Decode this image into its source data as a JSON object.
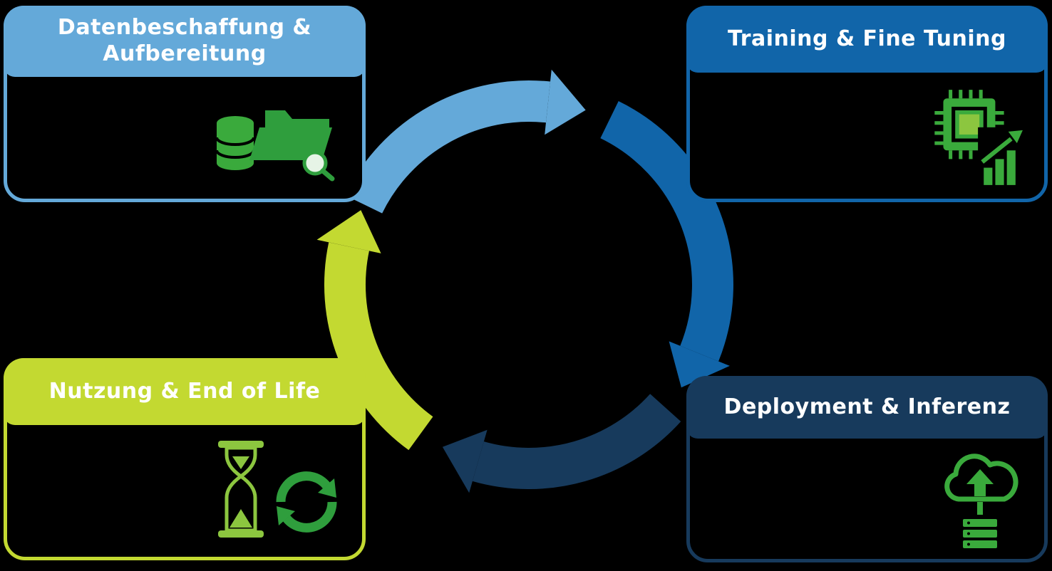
{
  "background_color": "#000000",
  "colors": {
    "black": "#000000",
    "white": "#ffffff",
    "light_blue": "#64a9d9",
    "medium_blue": "#1165a9",
    "navy": "#173a5c",
    "lime_green": "#c3d931",
    "green_dark": "#2f9e3d",
    "green_mid": "#3aaa3c",
    "green_light": "#8cc63f",
    "lens_fill": "#e6f4e6"
  },
  "cards": {
    "data_acquisition": {
      "title": "Datenbeschaffung & Aufbereitung",
      "icon": "database-folder-search-icon",
      "accent": "light_blue"
    },
    "training": {
      "title": "Training & Fine Tuning",
      "icon": "chip-growth-chart-icon",
      "accent": "medium_blue"
    },
    "usage_end_of_life": {
      "title": "Nutzung & End of Life",
      "icon": "hourglass-recycle-icon",
      "accent": "lime_green"
    },
    "deployment": {
      "title": "Deployment & Inferenz",
      "icon": "cloud-upload-server-icon",
      "accent": "navy"
    }
  },
  "cycle": {
    "direction": "clockwise",
    "segments": [
      {
        "name": "data-acquisition",
        "color": "light_blue",
        "start_deg": 296,
        "end_deg": 6,
        "tip_deg": 18
      },
      {
        "name": "training",
        "color": "medium_blue",
        "start_deg": 26,
        "end_deg": 112,
        "tip_deg": 124
      },
      {
        "name": "deployment",
        "color": "navy",
        "start_deg": 132,
        "end_deg": 196,
        "tip_deg": 208
      },
      {
        "name": "usage-end-of-life",
        "color": "lime_green",
        "start_deg": 216,
        "end_deg": 282,
        "tip_deg": 294
      }
    ]
  }
}
